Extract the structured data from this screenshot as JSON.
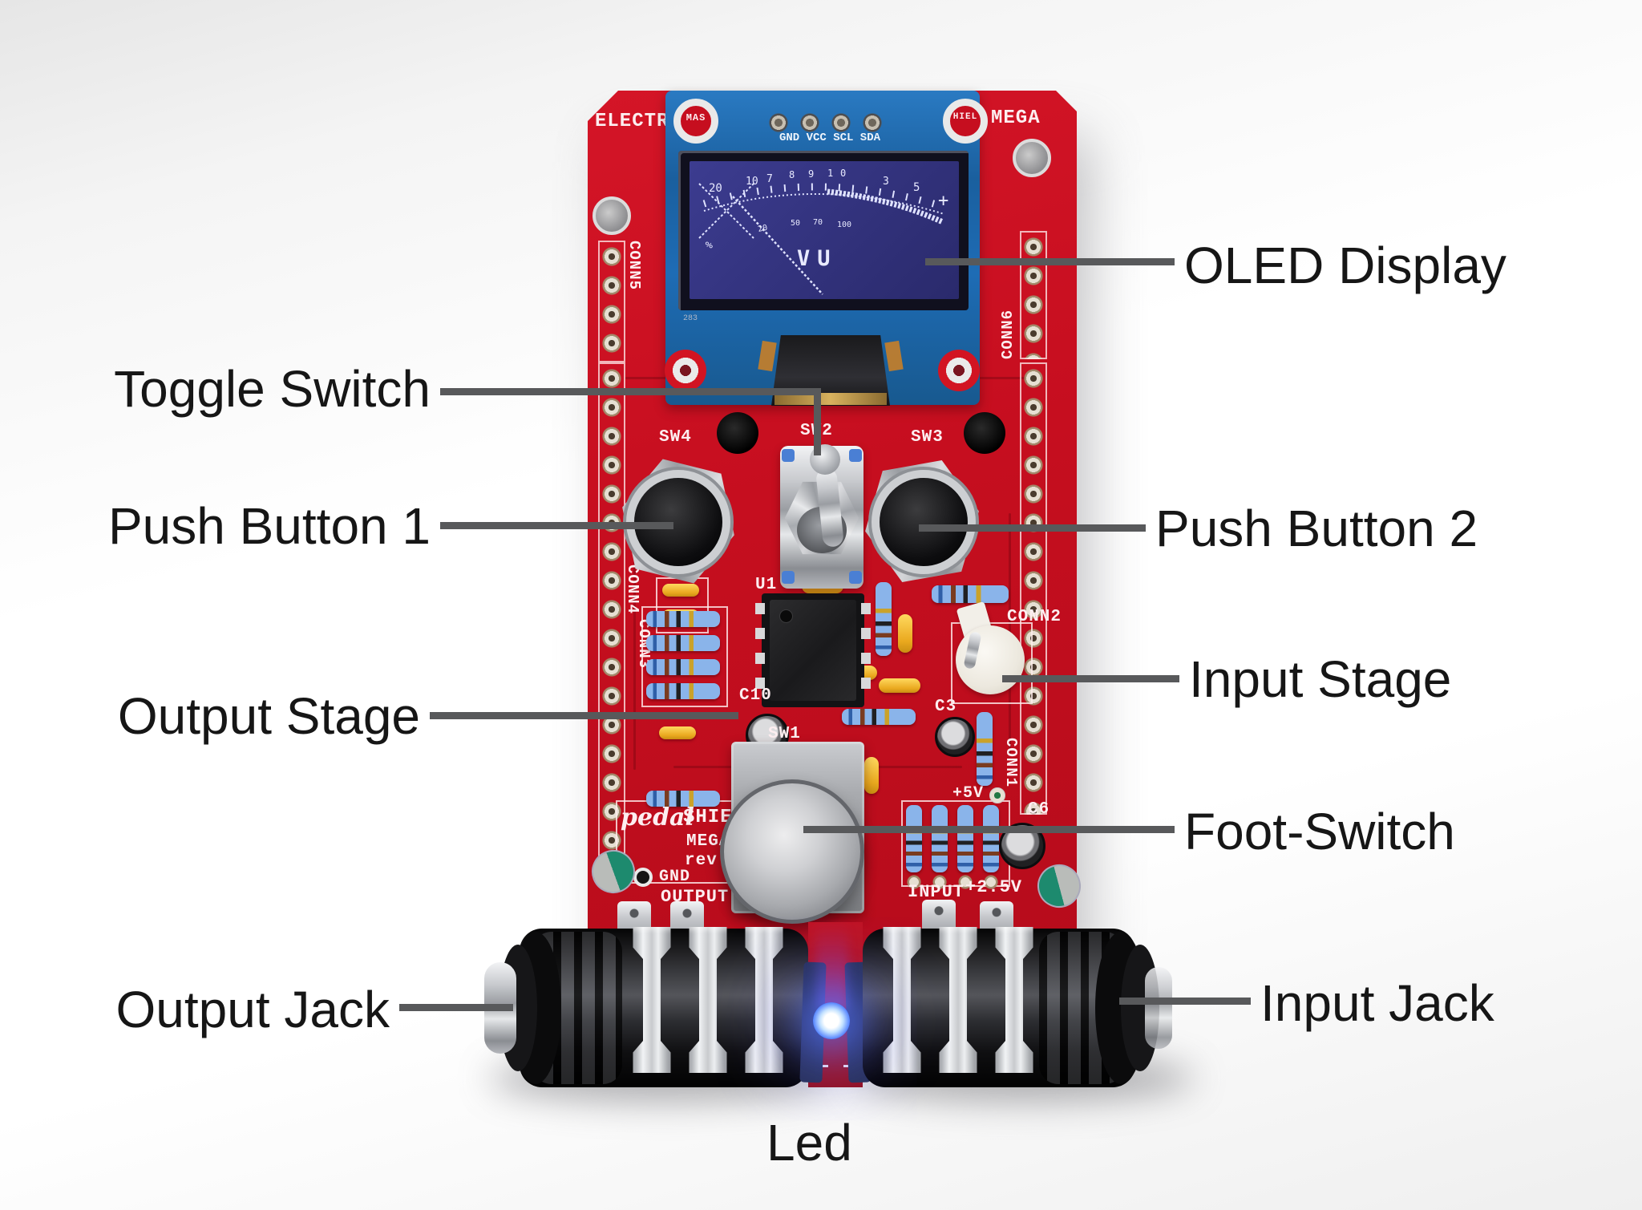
{
  "callouts": {
    "oled_display": "OLED Display",
    "toggle_switch": "Toggle Switch",
    "push_button_1": "Push Button 1",
    "push_button_2": "Push Button 2",
    "output_stage": "Output Stage",
    "input_stage": "Input Stage",
    "foot_switch": "Foot-Switch",
    "output_jack": "Output Jack",
    "input_jack": "Input Jack",
    "led": "Led"
  },
  "board": {
    "name": "pedalSHIELD MEGA pedal shield PCB",
    "colors": {
      "pcb": "#c60e1f",
      "oled_pcb": "#1e6cb5",
      "screen": "#32327c",
      "callout_line": "#58595b"
    },
    "silk": {
      "brand_left": "ELECTROS",
      "brand_right": "MEGA",
      "hole_left": "MAS",
      "hole_right": "HIEL",
      "conn5": "CONN5",
      "conn6": "CONN6",
      "conn4": "CONN4",
      "conn3": "CONN3",
      "conn2": "CONN2",
      "conn1": "CONN1",
      "sw1": "SW1",
      "sw2": "SW2",
      "sw3": "SW3",
      "sw4": "SW4",
      "u1": "U1",
      "c10": "C10",
      "c3": "C3",
      "c6": "C6",
      "plus_5v": "+5V",
      "plus_2_5v": "+2.5V",
      "gnd": "GND",
      "output": "OUTPUT",
      "input": "INPUT",
      "logo_script": "pedal",
      "logo_block": "SHIELD",
      "logo_model": "MEGA",
      "logo_rev": "rev."
    },
    "oled": {
      "pin_labels": "GND VCC SCL SDA",
      "corner_code": "283",
      "vu": {
        "top": [
          "20",
          "10",
          "7",
          "8",
          "9",
          "1",
          "0",
          "3",
          "5"
        ],
        "plus": "+",
        "bottom": [
          "20",
          "50",
          "70",
          "100"
        ],
        "percent": "%",
        "unit": "VU"
      }
    }
  }
}
